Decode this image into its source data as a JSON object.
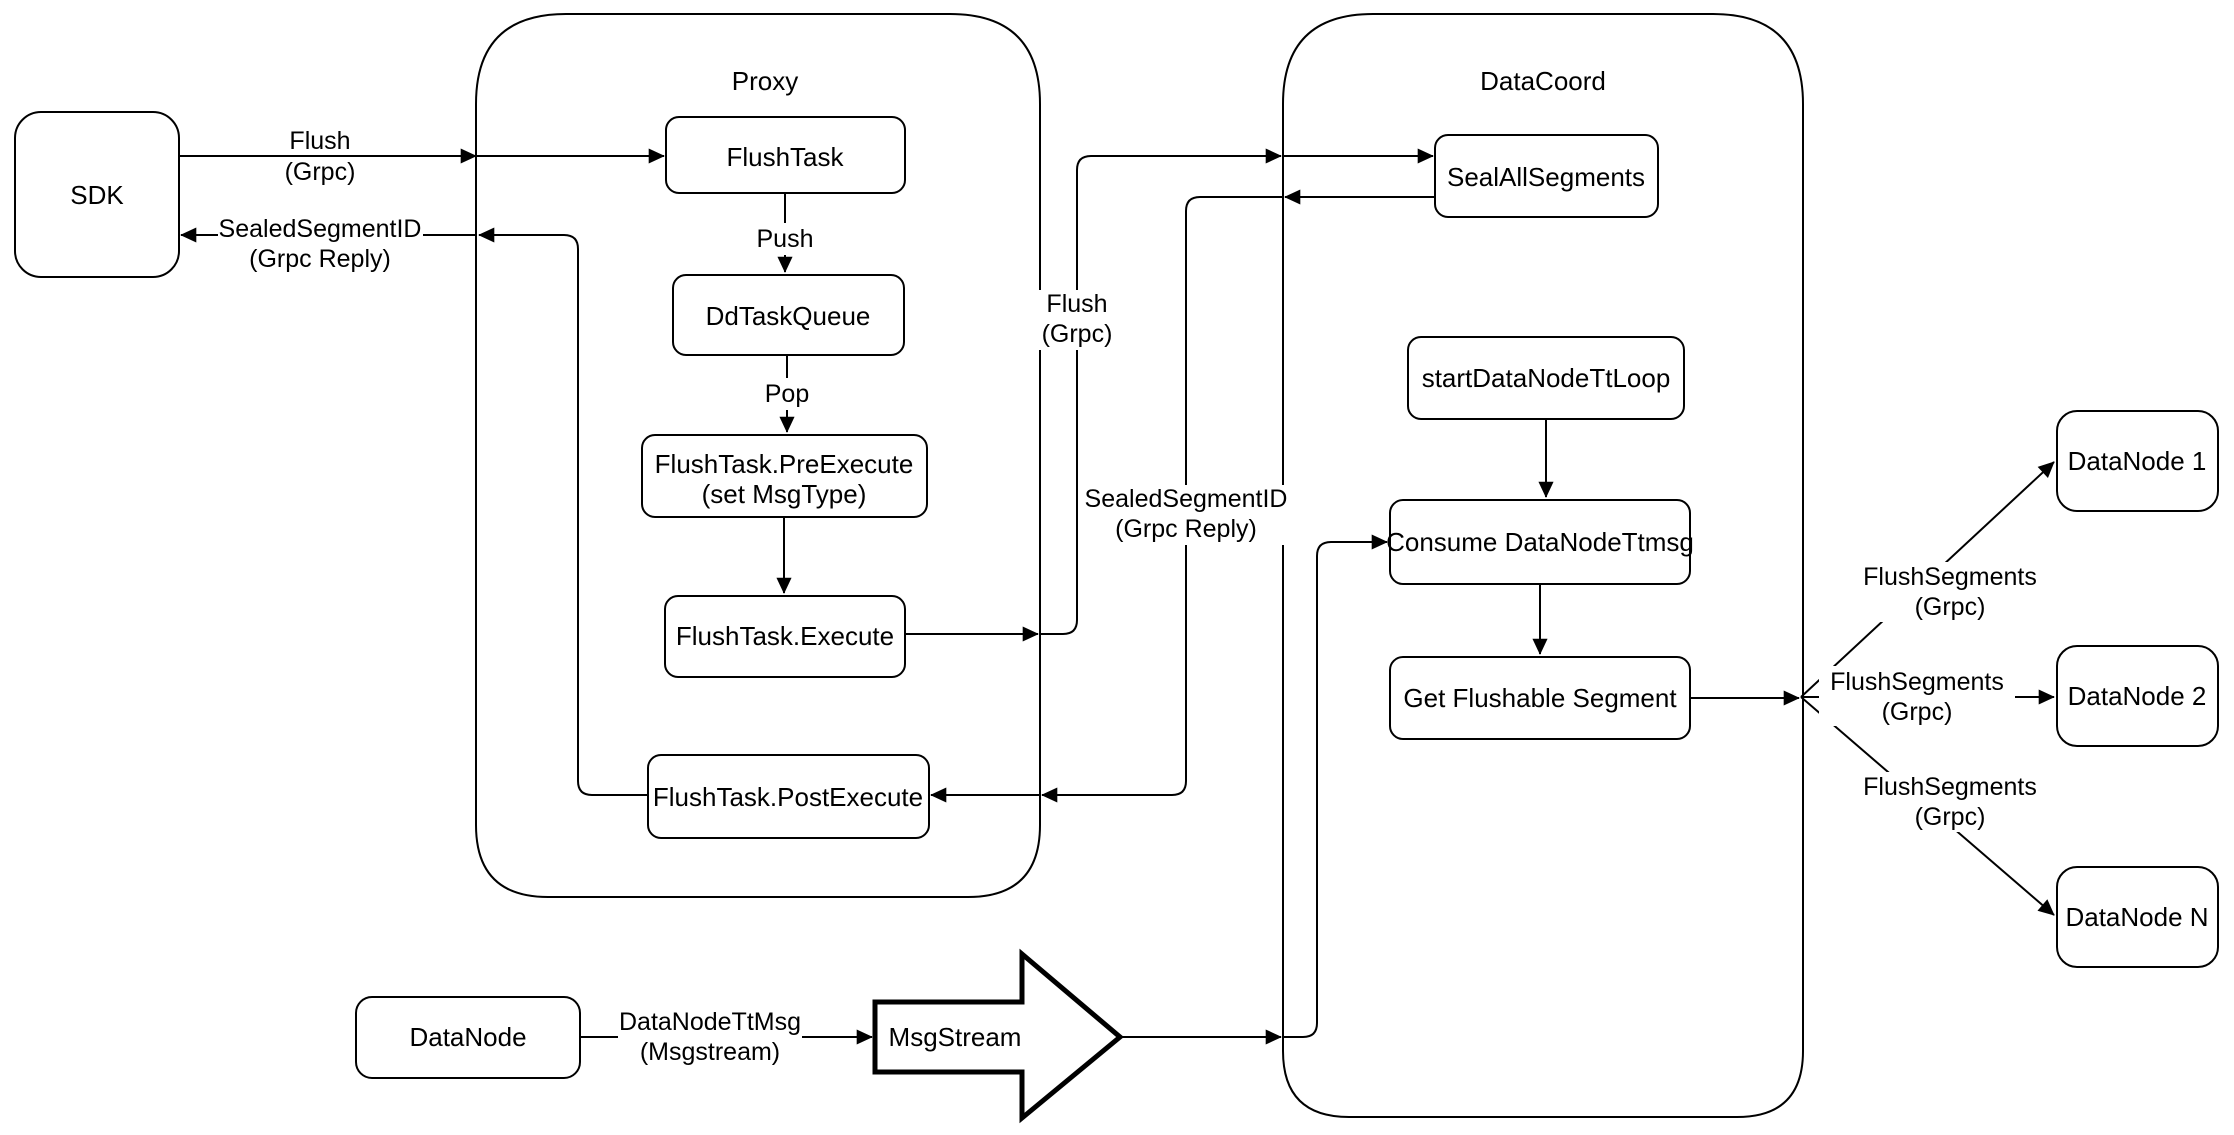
{
  "diagram": {
    "background": "#ffffff",
    "stroke_color": "#000000",
    "containers": {
      "proxy": {
        "title": "Proxy"
      },
      "datacoord": {
        "title": "DataCoord"
      }
    },
    "nodes": {
      "sdk": {
        "label": "SDK"
      },
      "flush_task": {
        "label": "FlushTask"
      },
      "dd_task_queue": {
        "label": "DdTaskQueue"
      },
      "pre_execute": {
        "label": "FlushTask.PreExecute",
        "label2": "(set MsgType)"
      },
      "execute": {
        "label": "FlushTask.Execute"
      },
      "post_execute": {
        "label": "FlushTask.PostExecute"
      },
      "seal_all_segments": {
        "label": "SealAllSegments"
      },
      "start_datanode_tt_loop": {
        "label": "startDataNodeTtLoop"
      },
      "consume_datanode_ttmsg": {
        "label": "Consume DataNodeTtmsg"
      },
      "get_flushable_segment": {
        "label": "Get Flushable Segment"
      },
      "datanode_1": {
        "label": "DataNode 1"
      },
      "datanode_2": {
        "label": "DataNode 2"
      },
      "datanode_n": {
        "label": "DataNode N"
      },
      "datanode": {
        "label": "DataNode"
      },
      "msgstream": {
        "label": "MsgStream"
      }
    },
    "edge_labels": {
      "flush_sdk_proxy": {
        "line1": "Flush",
        "line2": "(Grpc)"
      },
      "sealed_proxy_sdk": {
        "line1": "SealedSegmentID",
        "line2": "(Grpc Reply)"
      },
      "push": {
        "label": "Push"
      },
      "pop": {
        "label": "Pop"
      },
      "flush_proxy_datacoord": {
        "line1": "Flush",
        "line2": "(Grpc)"
      },
      "sealed_datacoord_proxy": {
        "line1": "SealedSegmentID",
        "line2": "(Grpc Reply)"
      },
      "flush_segments_1": {
        "line1": "FlushSegments",
        "line2": "(Grpc)"
      },
      "flush_segments_2": {
        "line1": "FlushSegments",
        "line2": "(Grpc)"
      },
      "flush_segments_n": {
        "line1": "FlushSegments",
        "line2": "(Grpc)"
      },
      "datanode_ttmsg": {
        "line1": "DataNodeTtMsg",
        "line2": "(Msgstream)"
      }
    }
  }
}
